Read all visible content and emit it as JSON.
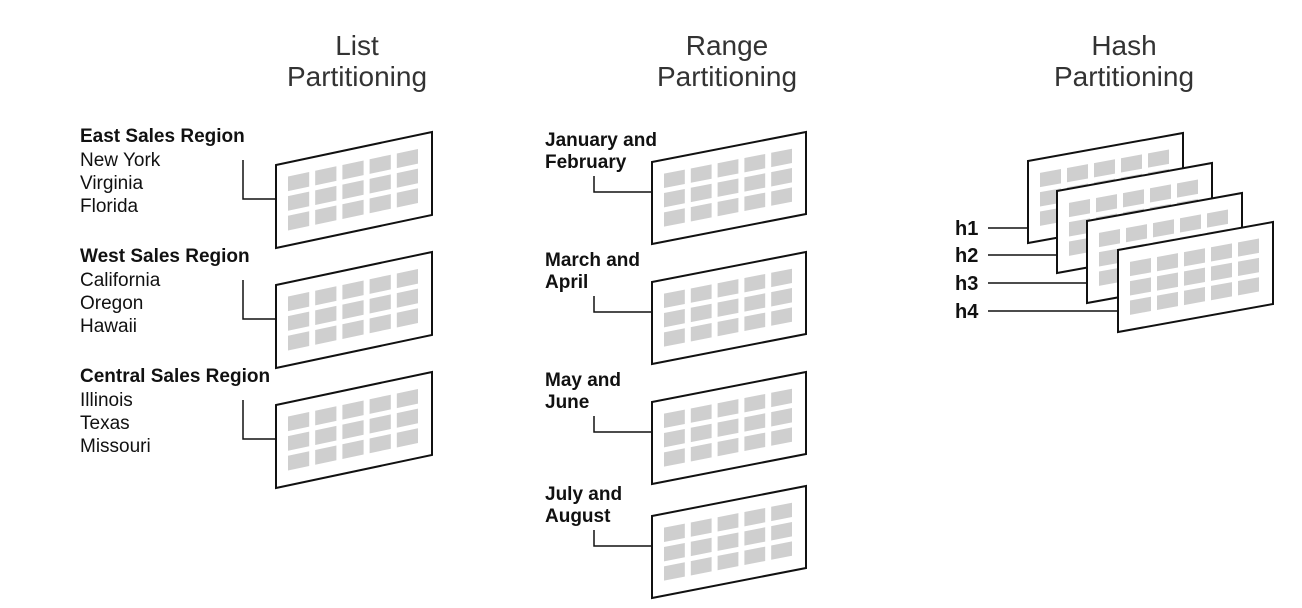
{
  "list": {
    "title": [
      "List",
      "Partitioning"
    ],
    "groups": [
      {
        "heading": "East Sales Region",
        "items": [
          "New York",
          "Virginia",
          "Florida"
        ]
      },
      {
        "heading": "West Sales Region",
        "items": [
          "California",
          "Oregon",
          "Hawaii"
        ]
      },
      {
        "heading": "Central Sales Region",
        "items": [
          "Illinois",
          "Texas",
          "Missouri"
        ]
      }
    ]
  },
  "range": {
    "title": [
      "Range",
      "Partitioning"
    ],
    "groups": [
      {
        "lines": [
          "January and",
          "February"
        ]
      },
      {
        "lines": [
          "March and",
          "April"
        ]
      },
      {
        "lines": [
          "May and",
          "June"
        ]
      },
      {
        "lines": [
          "July and",
          "August"
        ]
      }
    ]
  },
  "hash": {
    "title": [
      "Hash",
      "Partitioning"
    ],
    "labels": [
      "h1",
      "h2",
      "h3",
      "h4"
    ]
  },
  "colors": {
    "stroke": "#111111",
    "cell": "#cfcfcf",
    "title": "#333333"
  }
}
